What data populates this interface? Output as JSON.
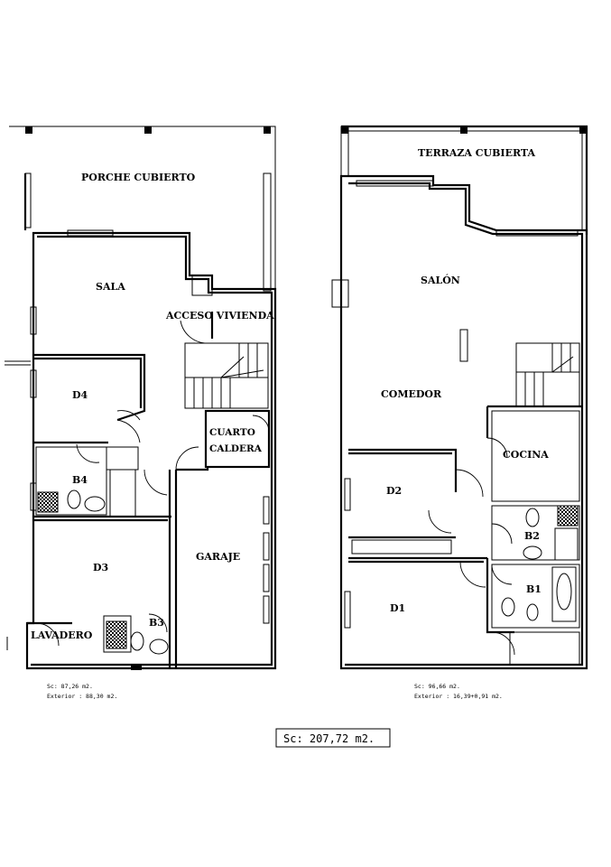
{
  "ground_floor": {
    "rooms": {
      "porch": "PORCHE CUBIERTO",
      "living": "SALA",
      "entrance": "ACCESO VIVIENDA",
      "bedroom_d4": "D4",
      "bath_b4": "B4",
      "boiler_line1": "CUARTO",
      "boiler_line2": "CALDERA",
      "bedroom_d3": "D3",
      "garage": "GARAJE",
      "bath_b3": "B3",
      "laundry": "LAVADERO"
    },
    "area_built": "Sc: 87,26 m2.",
    "area_exterior": "Exterior : 88,30 m2."
  },
  "upper_floor": {
    "rooms": {
      "terrace": "TERRAZA CUBIERTA",
      "salon": "SALÓN",
      "dining": "COMEDOR",
      "kitchen": "COCINA",
      "bedroom_d2": "D2",
      "bath_b2": "B2",
      "bath_b1": "B1",
      "bedroom_d1": "D1"
    },
    "area_built": "Sc: 96,66 m2.",
    "area_exterior": "Exterior : 16,39+0,91 m2."
  },
  "total_area": "Sc: 207,72 m2."
}
